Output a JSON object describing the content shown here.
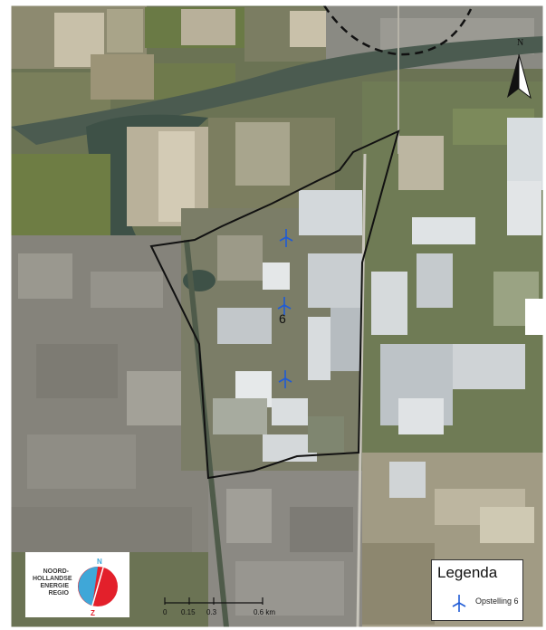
{
  "map_label": "6",
  "legend": {
    "title": "Legenda",
    "entry_label": "Opstelling 6",
    "turbine_color": "#1f5bd6"
  },
  "north_arrow": {
    "label": "N"
  },
  "logo": {
    "text": "NOORD-\nHOLLANDSE\nENERGIE\nREGIO",
    "north_letter": "N",
    "south_letter": "Z",
    "north_color": "#3fa7d8",
    "south_color": "#e3202b"
  },
  "scale_bar": {
    "labels": [
      "0",
      "0.15",
      "0.3",
      "0.6 km"
    ]
  },
  "colors": {
    "boundary": "#111111",
    "water": "#3e5147",
    "greenhouse": "#d8dde0",
    "field_dark": "#4f5f3c",
    "field_light": "#c9bfa8",
    "urban": "#8c8a84"
  }
}
